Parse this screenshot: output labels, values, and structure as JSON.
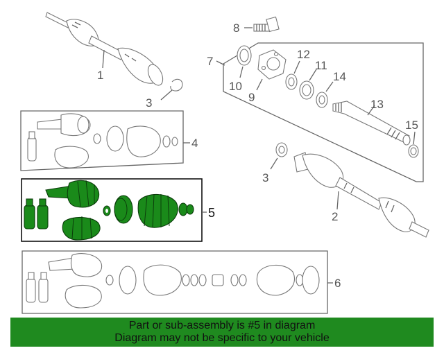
{
  "callouts": {
    "c1": "1",
    "c2": "2",
    "c3a": "3",
    "c3b": "3",
    "c4": "4",
    "c5": "5",
    "c6": "6",
    "c7": "7",
    "c8": "8",
    "c9": "9",
    "c10": "10",
    "c11": "11",
    "c12": "12",
    "c13": "13",
    "c14": "14",
    "c15": "15"
  },
  "banner": {
    "line1": "Part or sub-assembly is #5 in diagram",
    "line2": "Diagram may not be specific to your vehicle"
  },
  "colors": {
    "highlight": "#1a8a1a",
    "banner": "#1f8a1f",
    "line": "#666666"
  }
}
